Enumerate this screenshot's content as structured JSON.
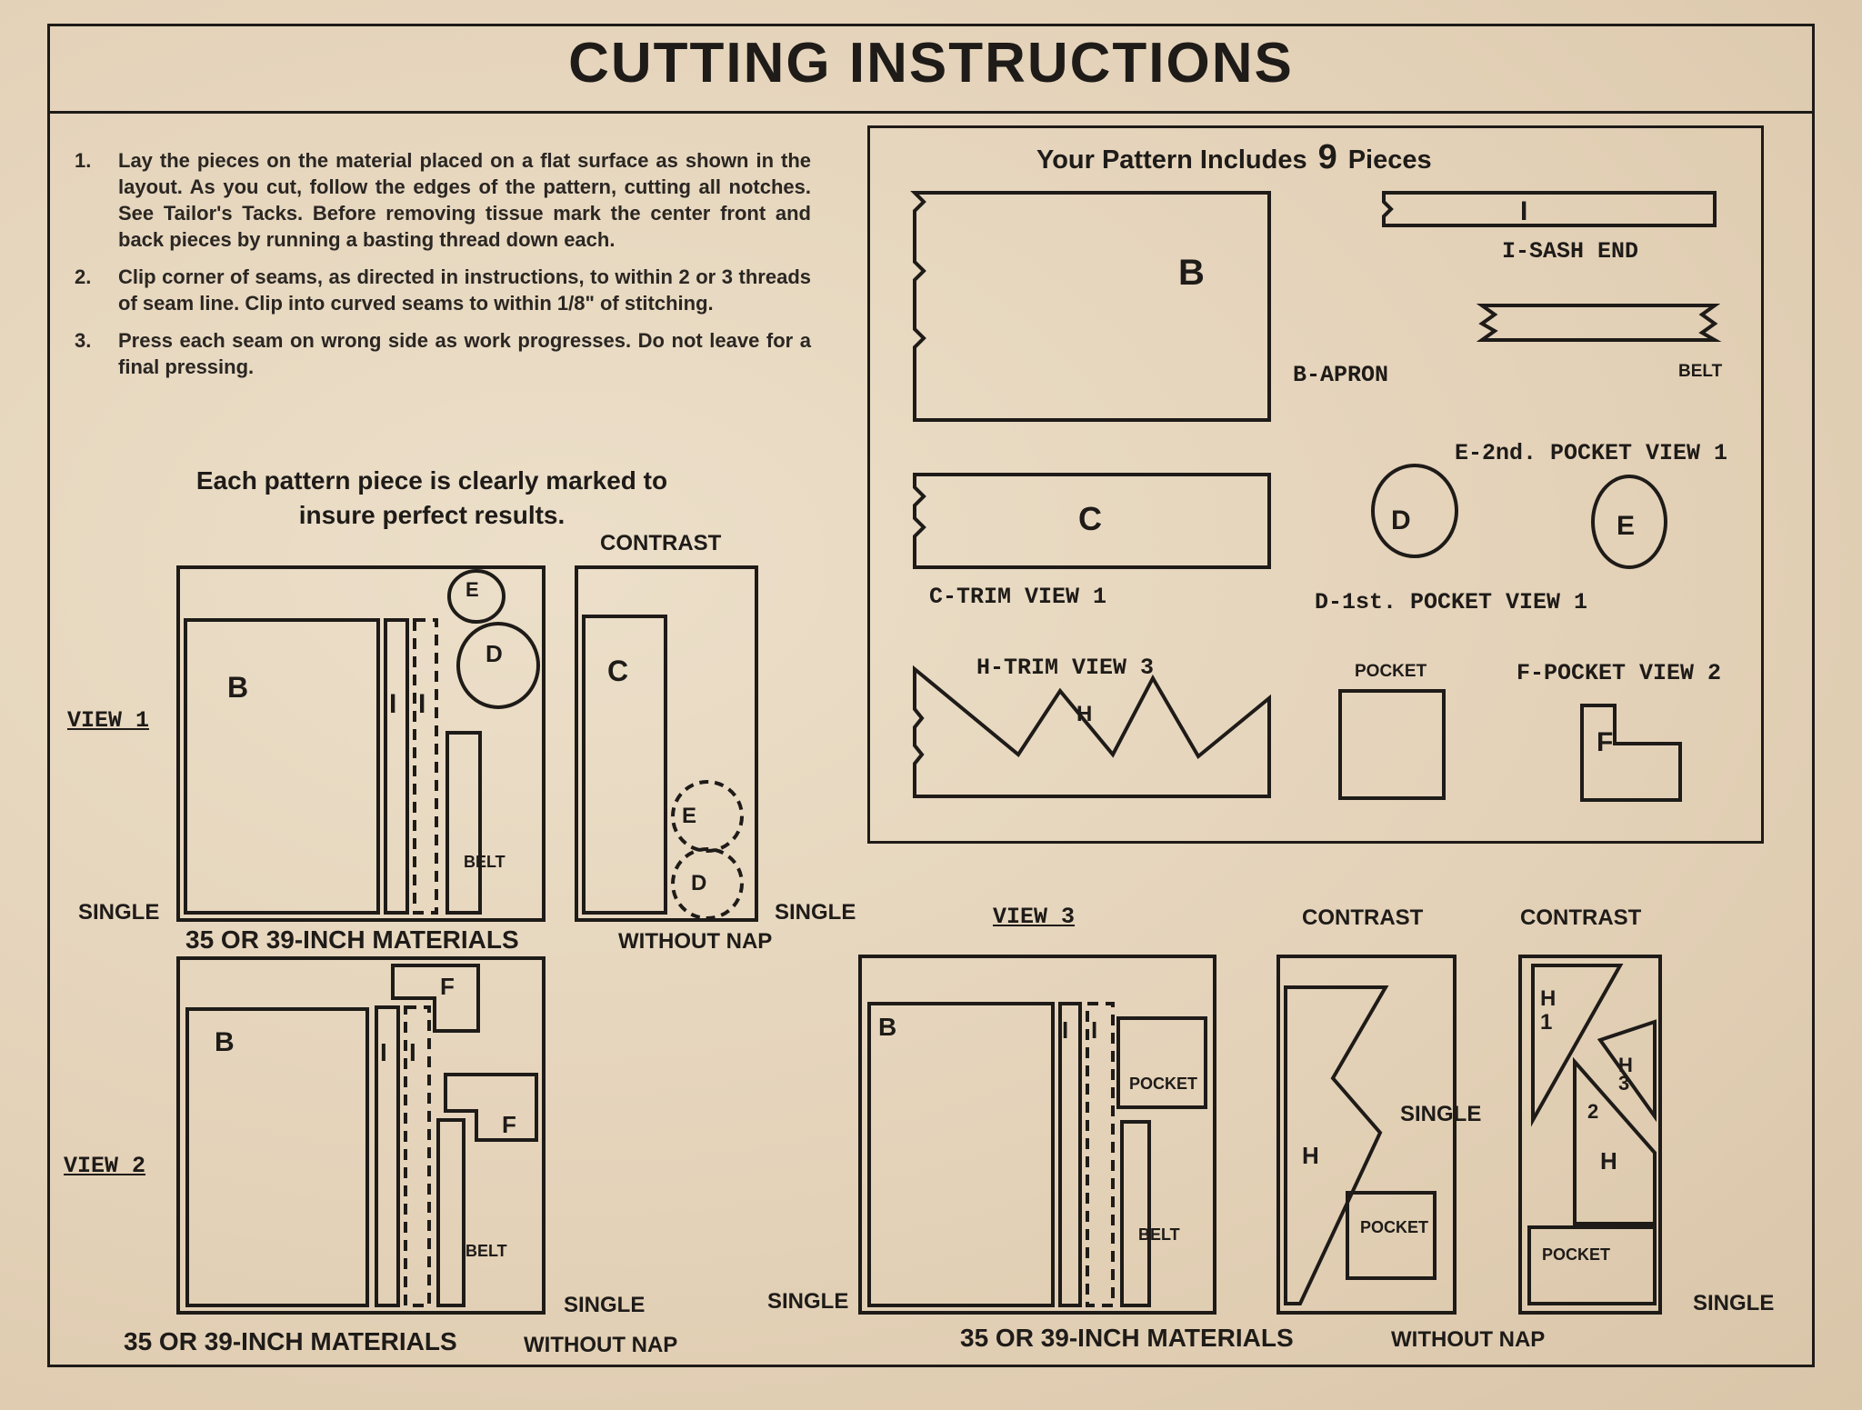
{
  "title": "CUTTING INSTRUCTIONS",
  "instructions": [
    {
      "num": "1.",
      "text": "Lay the pieces on the material placed on a flat surface as shown in the layout. As you cut, follow the edges of the pattern, cutting all notches. See Tailor's Tacks. Before removing tissue mark the center front and back pieces by running a basting thread down each."
    },
    {
      "num": "2.",
      "text": "Clip corner of seams, as directed in instructions, to within 2 or 3 threads of seam line. Clip into curved seams to within 1/8\" of stitching."
    },
    {
      "num": "3.",
      "text": "Press each seam on wrong side as work progresses. Do not leave for a final pressing."
    }
  ],
  "marked_line1": "Each pattern piece is clearly marked to",
  "marked_line2": "insure perfect results.",
  "includes": {
    "prefix": "Your Pattern Includes",
    "count": "9",
    "suffix": "Pieces"
  },
  "pieces": {
    "b_apron": "B-APRON",
    "i_sash": "I-SASH END",
    "belt": "BELT",
    "e_pocket": "E-2nd. POCKET VIEW 1",
    "c_trim": "C-TRIM VIEW 1",
    "d_pocket": "D-1st. POCKET VIEW 1",
    "h_trim": "H-TRIM VIEW 3",
    "pocket": "POCKET",
    "f_pocket": "F-POCKET VIEW 2"
  },
  "layout_letters": {
    "b": "B",
    "c": "C",
    "d": "D",
    "e": "E",
    "f": "F",
    "h": "H",
    "i": "I",
    "h1": "H 1",
    "h2": "2",
    "h3": "H 3"
  },
  "labels": {
    "contrast": "CONTRAST",
    "view1": "VIEW 1",
    "view2": "VIEW 2",
    "view3": "VIEW 3",
    "single": "SINGLE",
    "materials": "35 OR 39-INCH MATERIALS",
    "without_nap": "WITHOUT NAP",
    "belt": "BELT",
    "pocket": "POCKET"
  }
}
